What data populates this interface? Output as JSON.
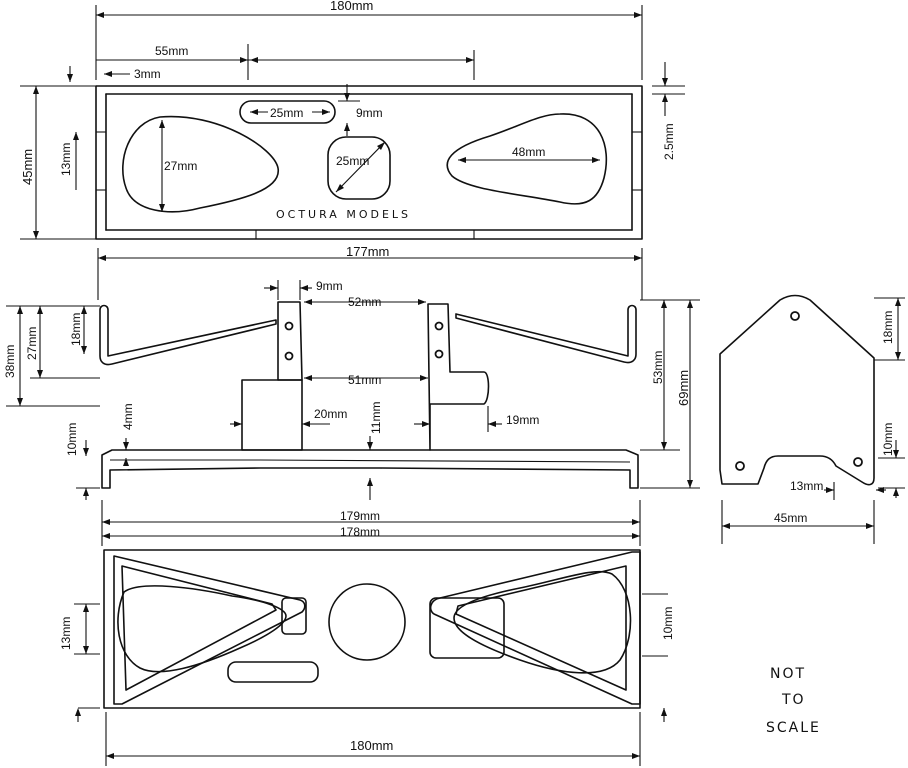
{
  "dims": {
    "top_width": "180mm",
    "top_55": "55mm",
    "top_3": "3mm",
    "top_25_slot": "25mm",
    "top_9": "9mm",
    "top_25_circle": "25mm",
    "top_27": "27mm",
    "top_48": "48mm",
    "top_45": "45mm",
    "top_13": "13mm",
    "top_25_side": "2.5mm",
    "top_177": "177mm",
    "side_9": "9mm",
    "side_52": "52mm",
    "side_51": "51mm",
    "side_20": "20mm",
    "side_11": "11mm",
    "side_19": "19mm",
    "side_4": "4mm",
    "side_38": "38mm",
    "side_27": "27mm",
    "side_18": "18mm",
    "side_10": "10mm",
    "side_53": "53mm",
    "side_69": "69mm",
    "side_179": "179mm",
    "side_178": "178mm",
    "plate_18": "18mm",
    "plate_10": "10mm",
    "plate_13": "13mm",
    "plate_45": "45mm",
    "bottom_13": "13mm",
    "bottom_10": "10mm",
    "bottom_180": "180mm"
  },
  "brand_text": "OCTURA   MODELS",
  "note": {
    "line1": "NOT",
    "line2": "TO",
    "line3": "SCALE"
  }
}
